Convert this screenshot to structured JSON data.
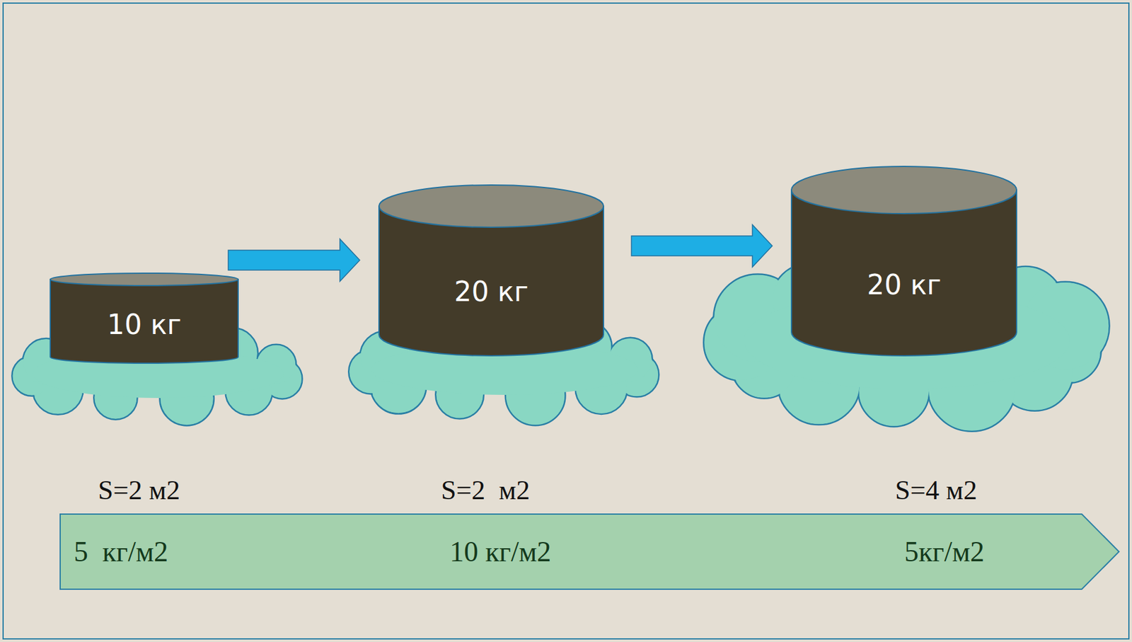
{
  "diagram": {
    "nodes": [
      {
        "text": [
          "10 кг"
        ]
      },
      {
        "text": [
          "20 кг"
        ]
      },
      {
        "text": [
          "20 кг"
        ]
      },
      {
        "text": [
          "5  кг/м2",
          "10 кг/м2",
          "5кг/м2"
        ]
      }
    ],
    "edges": [
      {
        "from": 0,
        "to": 1,
        "arrow": "to"
      },
      {
        "from": 1,
        "to": 2,
        "arrow": "to"
      }
    ],
    "labels": [
      "S=2 м2",
      "S=2  м2",
      "S=4 м2"
    ]
  }
}
